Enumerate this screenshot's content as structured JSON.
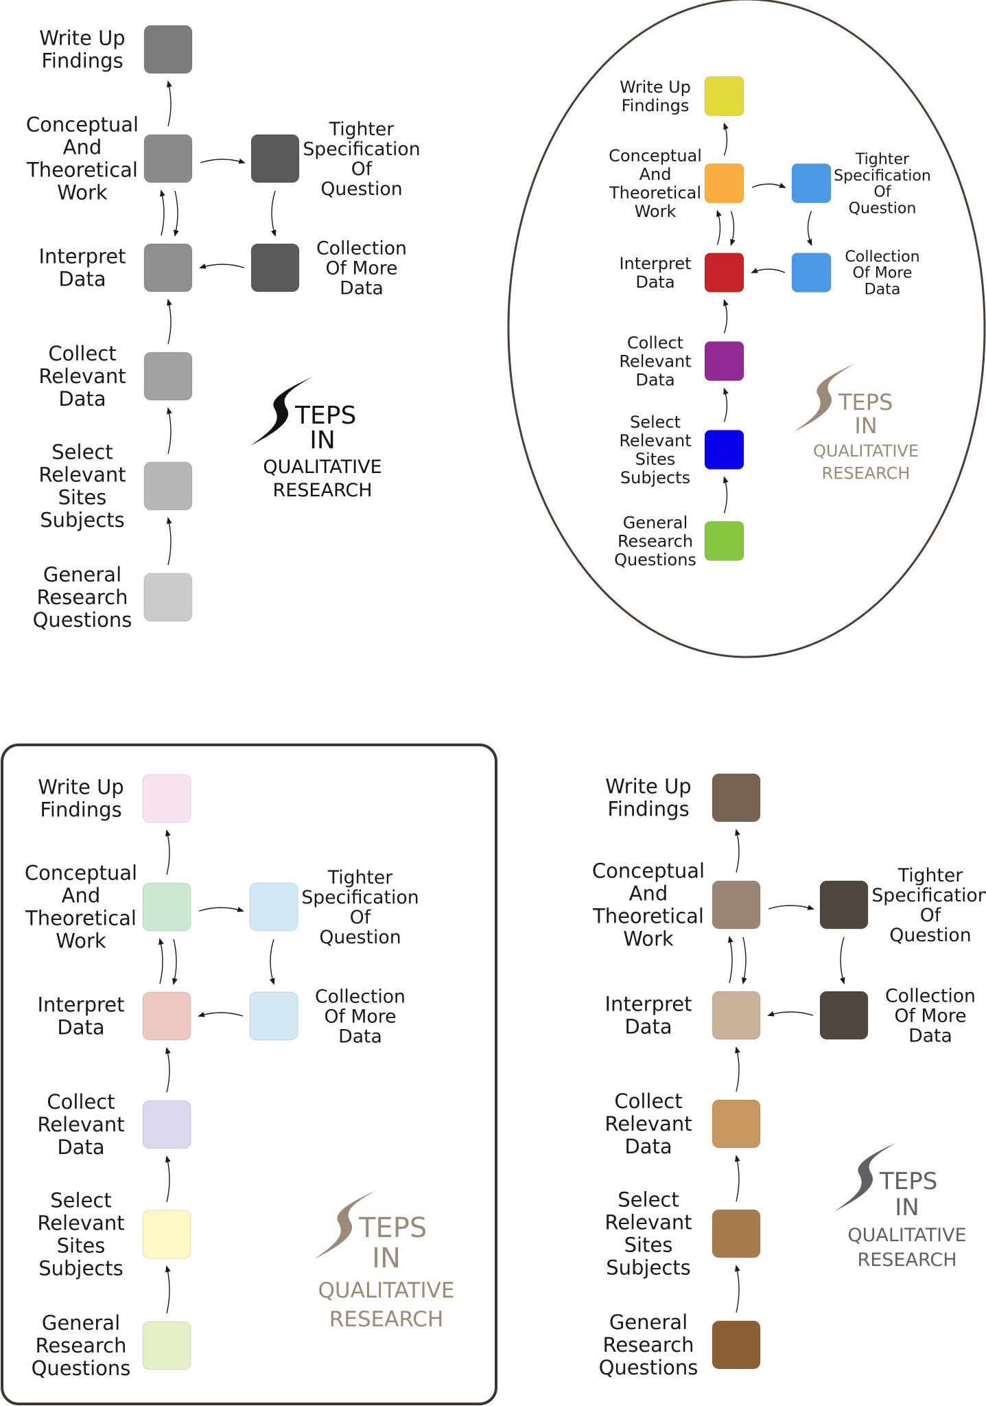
{
  "steps": {
    "write_up": [
      "Write Up",
      "Findings"
    ],
    "conceptual": [
      "Conceptual",
      "And",
      "Theoretical",
      "Work"
    ],
    "interpret": [
      "Interpret",
      "Data"
    ],
    "collect": [
      "Collect",
      "Relevant",
      "Data"
    ],
    "select": [
      "Select",
      "Relevant",
      "Sites",
      "Subjects"
    ],
    "general": [
      "General",
      "Research",
      "Questions"
    ],
    "tighter": [
      "Tighter",
      "Specification",
      "Of",
      "Question"
    ],
    "more_data": [
      "Collection",
      "Of More",
      "Data"
    ]
  },
  "title": {
    "line1": "TEPS",
    "line2": "IN",
    "line3": "QUALITATIVE",
    "line4": "RESEARCH"
  },
  "panels": [
    {
      "id": "gray",
      "frame": "none",
      "title_color": "#111111",
      "colors": {
        "write_up": "#7c7c7c",
        "conceptual": "#8a8a8a",
        "interpret": "#8f8f8f",
        "collect": "#a2a2a2",
        "select": "#b6b6b6",
        "general": "#cbcbcb",
        "tighter": "#595959",
        "more_data": "#5a5a5a"
      }
    },
    {
      "id": "vivid",
      "frame": "ellipse",
      "title_color": "#9a8a78",
      "colors": {
        "write_up": "#e2d93a",
        "conceptual": "#f9ae3f",
        "interpret": "#c5242b",
        "collect": "#922a94",
        "select": "#0a00ea",
        "general": "#86c540",
        "tighter": "#4a9ae6",
        "more_data": "#4a9ae6"
      }
    },
    {
      "id": "pastel",
      "frame": "rounded-rectangle",
      "title_color": "#9a8a78",
      "colors": {
        "write_up": "#f6e3ef",
        "conceptual": "#cbe9d2",
        "interpret": "#efc7c1",
        "collect": "#d9d8ec",
        "select": "#fff8c5",
        "general": "#e4efc5",
        "tighter": "#d2e9f5",
        "more_data": "#d2e9f5"
      }
    },
    {
      "id": "brown",
      "frame": "none",
      "title_color": "#5f6164",
      "colors": {
        "write_up": "#766353",
        "conceptual": "#9b8675",
        "interpret": "#c8b199",
        "collect": "#c6985f",
        "select": "#a87b4d",
        "general": "#8c6037",
        "tighter": "#4f4640",
        "more_data": "#4f4640"
      }
    }
  ]
}
